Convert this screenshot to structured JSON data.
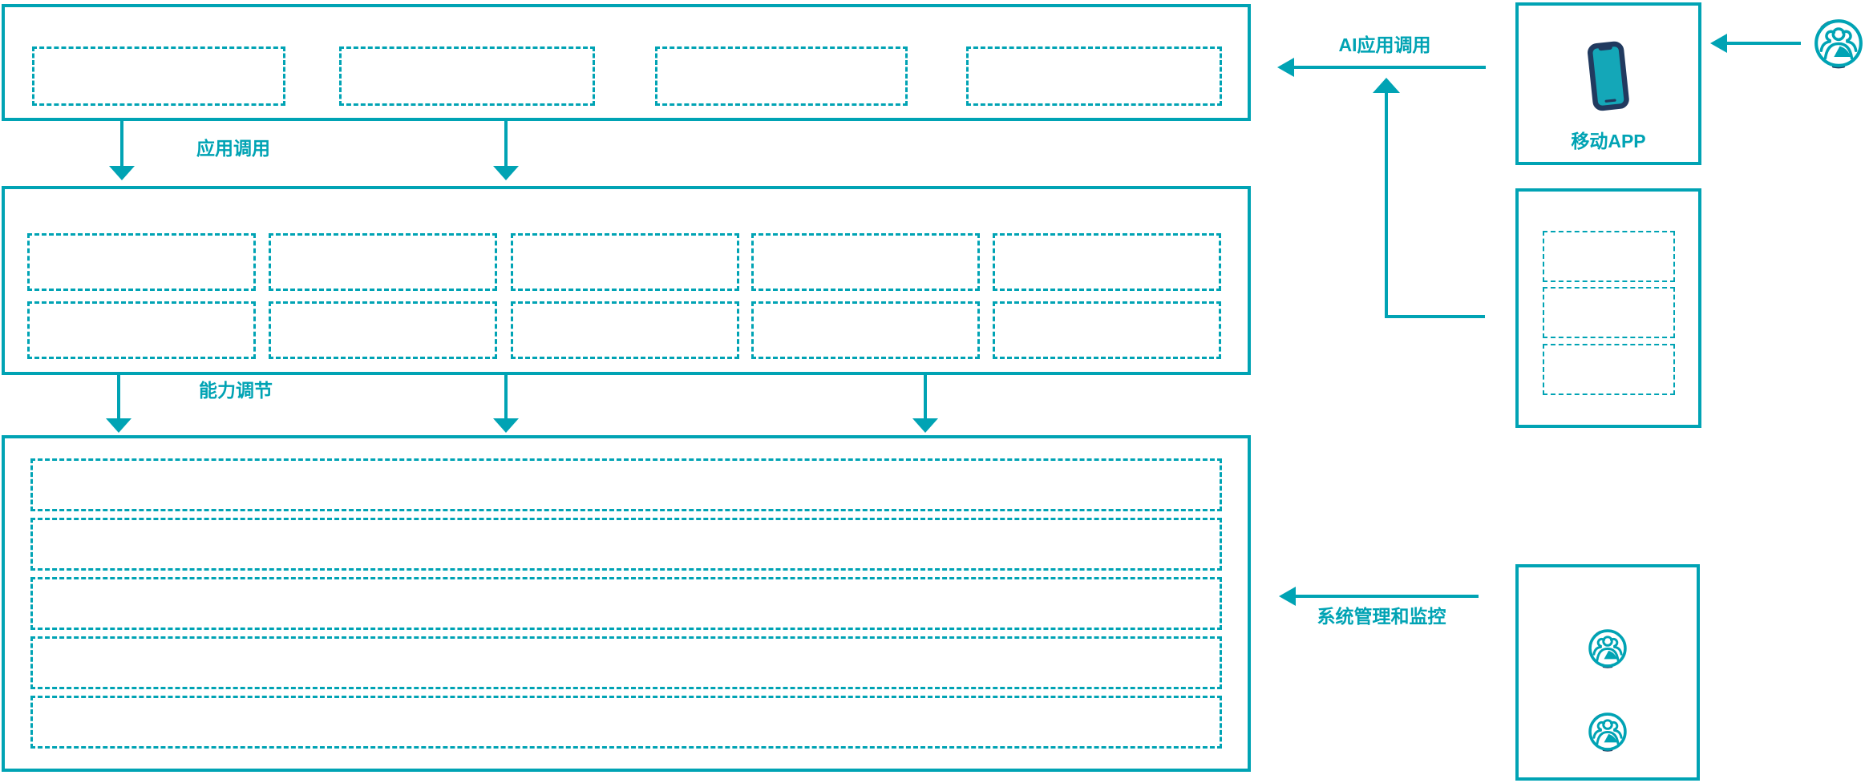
{
  "colors": {
    "accent": "#00a3b4",
    "dark_navy": "#213a5f"
  },
  "flow": {
    "app_call_label": "应用调用",
    "capability_label": "能力调节",
    "ai_app_call_label": "AI应用调用",
    "system_monitor_label": "系统管理和监控"
  },
  "left_bands": {
    "application_layer": {
      "placeholders": 4
    },
    "capability_layer": {
      "placeholders": 10,
      "rows": 2,
      "cols": 5
    },
    "platform_layer": {
      "placeholders": 5
    }
  },
  "right_panels": {
    "mobile_app": {
      "label": "移动APP",
      "icon": "smartphone-icon"
    },
    "gateway": {
      "placeholders": 3
    },
    "admin": {
      "icons": [
        "user-group-icon",
        "user-group-icon"
      ]
    }
  },
  "actors": {
    "end_user_icon": "user-group-icon"
  }
}
